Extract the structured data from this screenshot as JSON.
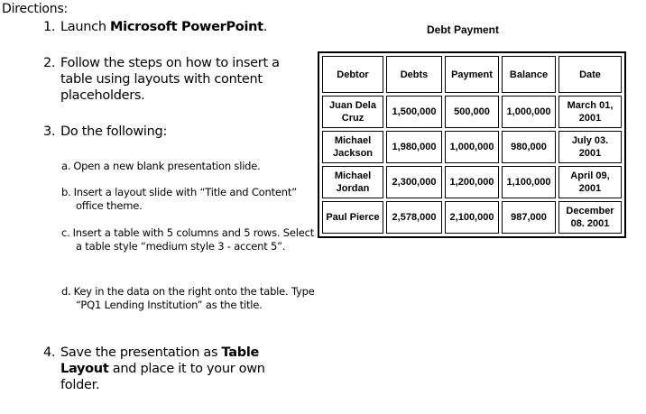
{
  "directions_title": "Directions:",
  "steps": [
    {
      "num": "1.",
      "before": "Launch ",
      "bold": "Microsoft PowerPoint",
      "after": "."
    },
    {
      "num": "2.",
      "text": "Follow the steps on how to insert a table using layouts with content placeholders."
    },
    {
      "num": "3.",
      "text": "Do the following:"
    },
    {
      "num": "4.",
      "before": "Save the presentation as ",
      "bold": "Table Layout",
      "after": " and place it to your own folder."
    }
  ],
  "substeps": [
    {
      "letter": "a.",
      "text": "Open a new blank presentation slide."
    },
    {
      "letter": "b.",
      "text": "Insert a layout slide with “Title and Content” office theme."
    },
    {
      "letter": "c.",
      "text": "Insert a table with 5 columns and 5 rows. Select a table style “medium style 3 - accent 5”."
    },
    {
      "letter": "d.",
      "text": "Key in the data on the right onto the table. Type “PQ1 Lending Institution” as the title."
    }
  ],
  "table_title": "Debt Payment",
  "table": {
    "headers": [
      "Debtor",
      "Debts",
      "Payment",
      "Balance",
      "Date"
    ],
    "rows": [
      [
        "Juan Dela Cruz",
        "1,500,000",
        "500,000",
        "1,000,000",
        "March 01, 2001"
      ],
      [
        "Michael Jackson",
        "1,980,000",
        "1,000,000",
        "980,000",
        "July 03. 2001"
      ],
      [
        "Michael Jordan",
        "2,300,000",
        "1,200,000",
        "1,100,000",
        "April 09, 2001"
      ],
      [
        "Paul Pierce",
        "2,578,000",
        "2,100,000",
        "987,000",
        "December 08. 2001"
      ]
    ]
  }
}
